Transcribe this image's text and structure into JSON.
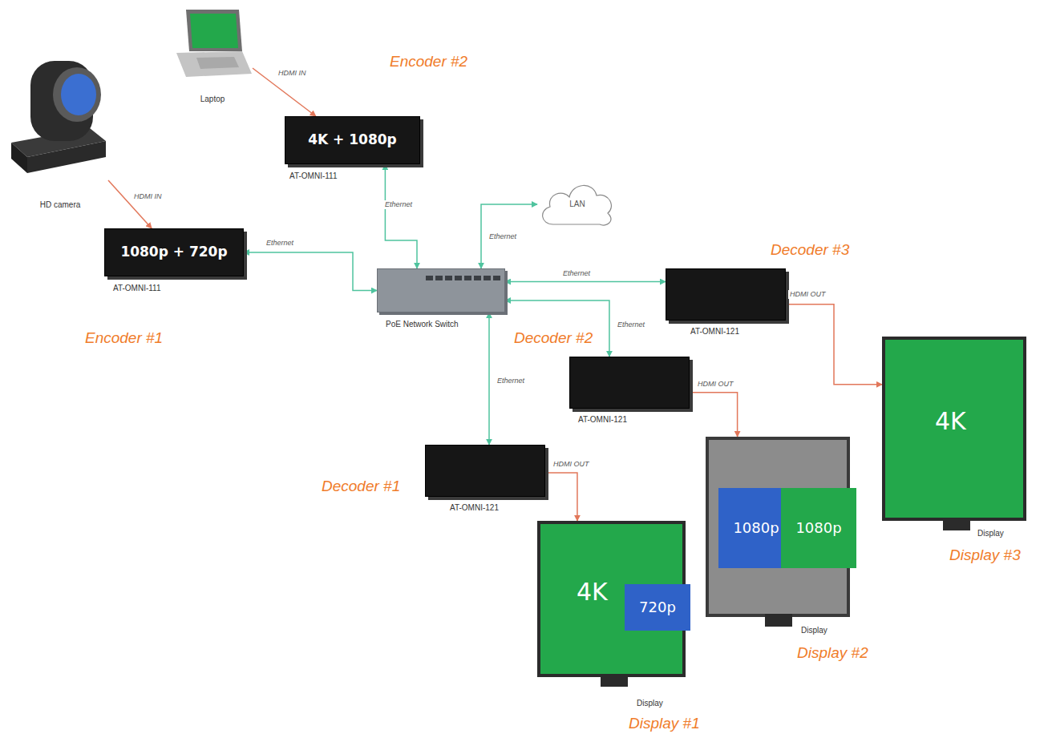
{
  "diagram": {
    "nodes": [
      {
        "text": [
          "HD camera"
        ]
      },
      {
        "text": [
          "1080p + 720p",
          "AT-OMNI-111",
          "Encoder #1"
        ]
      },
      {
        "text": [
          "Laptop"
        ]
      },
      {
        "text": [
          "4K + 1080p",
          "AT-OMNI-111",
          "Encoder #2"
        ]
      },
      {
        "text": [
          "LAN"
        ]
      },
      {
        "text": [
          "PoE Network Switch"
        ]
      },
      {
        "text": [
          "AT-OMNI-121",
          "Decoder #3"
        ]
      },
      {
        "text": [
          "AT-OMNI-121",
          "Decoder #2"
        ]
      },
      {
        "text": [
          "AT-OMNI-121",
          "Decoder #1"
        ]
      },
      {
        "text": [
          "4K",
          "Display",
          "Display #1"
        ]
      },
      {
        "text": [
          "720p"
        ],
        "in": 9
      },
      {
        "text": [
          "Display",
          "Display #2"
        ]
      },
      {
        "text": [
          "1080p"
        ],
        "in": 11
      },
      {
        "text": [
          "1080p"
        ],
        "in": 11
      },
      {
        "text": [
          "4K",
          "Display",
          "Display #3"
        ]
      }
    ],
    "edges": [
      {
        "from": 0,
        "to": 1,
        "label": "HDMI IN",
        "arrow": "to"
      },
      {
        "from": 2,
        "to": 3,
        "label": "HDMI IN",
        "arrow": "to"
      },
      {
        "from": 3,
        "to": 5,
        "label": "Ethernet",
        "arrow": "both"
      },
      {
        "from": 1,
        "to": 5,
        "label": "Ethernet",
        "arrow": "both"
      },
      {
        "from": 5,
        "to": 4,
        "label": "Ethernet",
        "arrow": "both"
      },
      {
        "from": 5,
        "to": 6,
        "label": "Ethernet",
        "arrow": "both"
      },
      {
        "from": 5,
        "to": 7,
        "label": "Ethernet",
        "arrow": "both"
      },
      {
        "from": 5,
        "to": 8,
        "label": "Ethernet",
        "arrow": "both"
      },
      {
        "from": 6,
        "to": 14,
        "label": "HDMI OUT",
        "arrow": "to"
      },
      {
        "from": 7,
        "to": 11,
        "label": "HDMI OUT",
        "arrow": "to"
      },
      {
        "from": 8,
        "to": 9,
        "label": "HDMI OUT",
        "arrow": "to"
      }
    ]
  }
}
